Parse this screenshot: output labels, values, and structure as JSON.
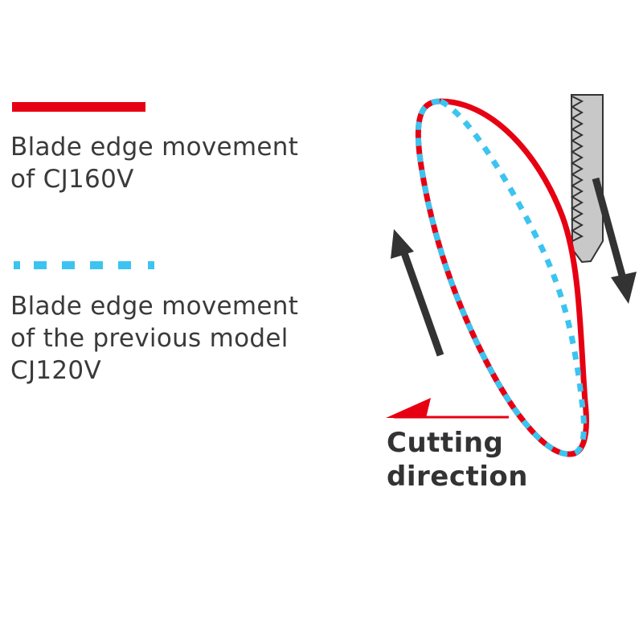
{
  "legend": {
    "items": [
      {
        "style": "solid",
        "color": "#e60012",
        "label_line1": "Blade edge movement",
        "label_line2": "of CJ160V"
      },
      {
        "style": "dashed",
        "color": "#3cc4f0",
        "label_line1": "Blade edge movement",
        "label_line2": "of the previous model",
        "label_line3": "CJ120V"
      }
    ]
  },
  "diagram": {
    "cutting_direction_label_line1": "Cutting",
    "cutting_direction_label_line2": "direction",
    "colors": {
      "new_model": "#e60012",
      "previous_model": "#3cc4f0",
      "arrows": "#333333",
      "blade_fill": "#c8c8c8",
      "cutting_arrow": "#e60012"
    }
  }
}
